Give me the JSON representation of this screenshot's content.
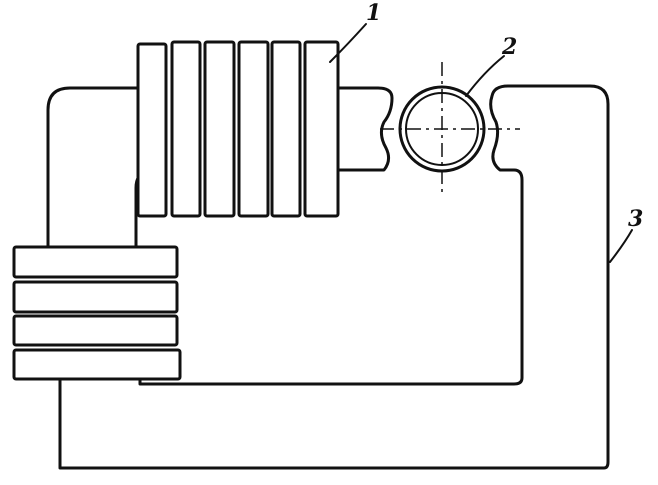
{
  "labels": {
    "callout_1": "1",
    "callout_2": "2",
    "callout_3": "3"
  },
  "colors": {
    "ink": "#111111",
    "paper": "#ffffff"
  }
}
